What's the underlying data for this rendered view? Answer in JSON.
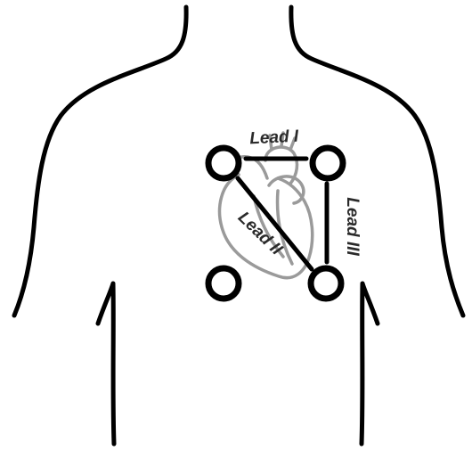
{
  "diagram": {
    "leads": [
      {
        "id": "lead-1",
        "label": "Lead I"
      },
      {
        "id": "lead-2",
        "label": "Lead II"
      },
      {
        "id": "lead-3",
        "label": "Lead III"
      }
    ],
    "colors": {
      "body_outline": "#000000",
      "heart_outline": "#9a9a9a",
      "electrode": "#000000",
      "lead_line": "#000000",
      "label_text": "#2a2a2a",
      "background": "#ffffff"
    },
    "icons": {
      "torso": "torso-outline-icon",
      "heart": "heart-icon",
      "electrode": "electrode-ring-icon"
    }
  }
}
